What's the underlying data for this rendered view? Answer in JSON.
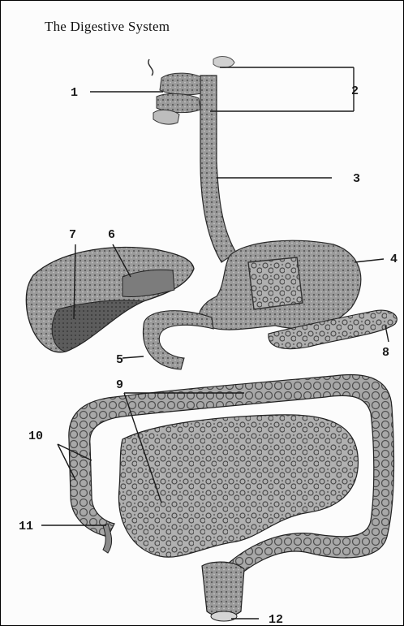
{
  "title": "The Digestive System",
  "labels": {
    "l1": "1",
    "l2": "2",
    "l3": "3",
    "l4": "4",
    "l5": "5",
    "l6": "6",
    "l7": "7",
    "l8": "8",
    "l9": "9",
    "l10": "10",
    "l11": "11",
    "l12": "12"
  }
}
